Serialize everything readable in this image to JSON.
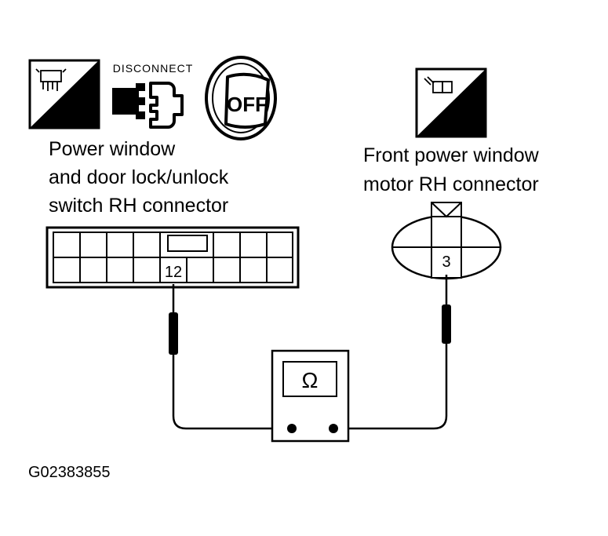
{
  "icons": {
    "harness_side": {
      "label": "H.S."
    },
    "disconnect": {
      "label": "DISCONNECT"
    },
    "ignition": {
      "label": "OFF"
    },
    "terminal_side": {
      "label": "T.S."
    }
  },
  "left_connector": {
    "title_lines": [
      "Power window",
      "and door lock/unlock",
      "switch RH connector"
    ],
    "pin": "12"
  },
  "right_connector": {
    "title_lines": [
      "Front power window",
      "motor RH connector"
    ],
    "pin": "3"
  },
  "meter": {
    "symbol": "Ω"
  },
  "figure_id": "G02383855"
}
